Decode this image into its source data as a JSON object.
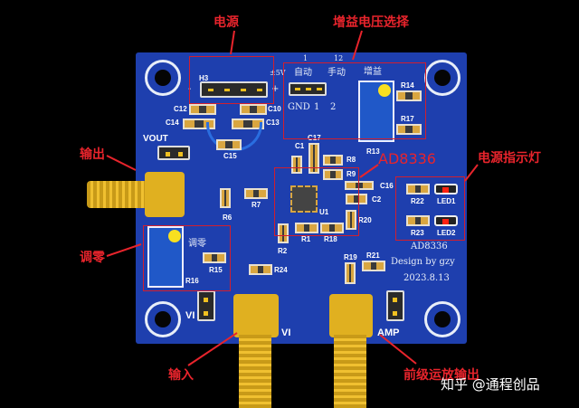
{
  "annotations": {
    "power": "电源",
    "gain_select": "增益电压选择",
    "output": "输出",
    "power_led": "电源指示灯",
    "chip": "AD8336",
    "zero_adjust": "调零",
    "input": "输入",
    "preamp_output": "前级运放输出"
  },
  "watermark": "知乎 @通程创品",
  "colors": {
    "board": "#1e3fae",
    "annotation": "#e8242c",
    "gold": "#e0b020"
  },
  "silkscreen": {
    "h3": "H3",
    "pm5v": "±5V",
    "minus": "-",
    "plus": "+",
    "auto": "自动",
    "manual": "手动",
    "gain": "增益",
    "jp_nums_top_1": "1",
    "jp_nums_top_12": "12",
    "gnd": "GND",
    "one": "1",
    "two": "2",
    "c12": "C12",
    "c10": "C10",
    "c14": "C14",
    "c13": "C13",
    "c15": "C15",
    "c17": "C17",
    "c1": "C1",
    "r8": "R8",
    "r9": "R9",
    "r14": "R14",
    "r17": "R17",
    "r13": "R13",
    "c16": "C16",
    "c2": "C2",
    "u1": "U1",
    "r20": "R20",
    "r1": "R1",
    "r18": "R18",
    "r2": "R2",
    "r6": "R6",
    "r7": "R7",
    "r15": "R15",
    "r16": "R16",
    "r24": "R24",
    "r19": "R19",
    "r21": "R21",
    "r22": "R22",
    "r23": "R23",
    "led1": "LED1",
    "led2": "LED2",
    "vout": "VOUT",
    "vi1": "VI",
    "vi2": "VI",
    "amp": "AMP",
    "zero": "调零",
    "board_name": "AD8336",
    "design": "Design by gzy",
    "date": "2023.8.13"
  }
}
